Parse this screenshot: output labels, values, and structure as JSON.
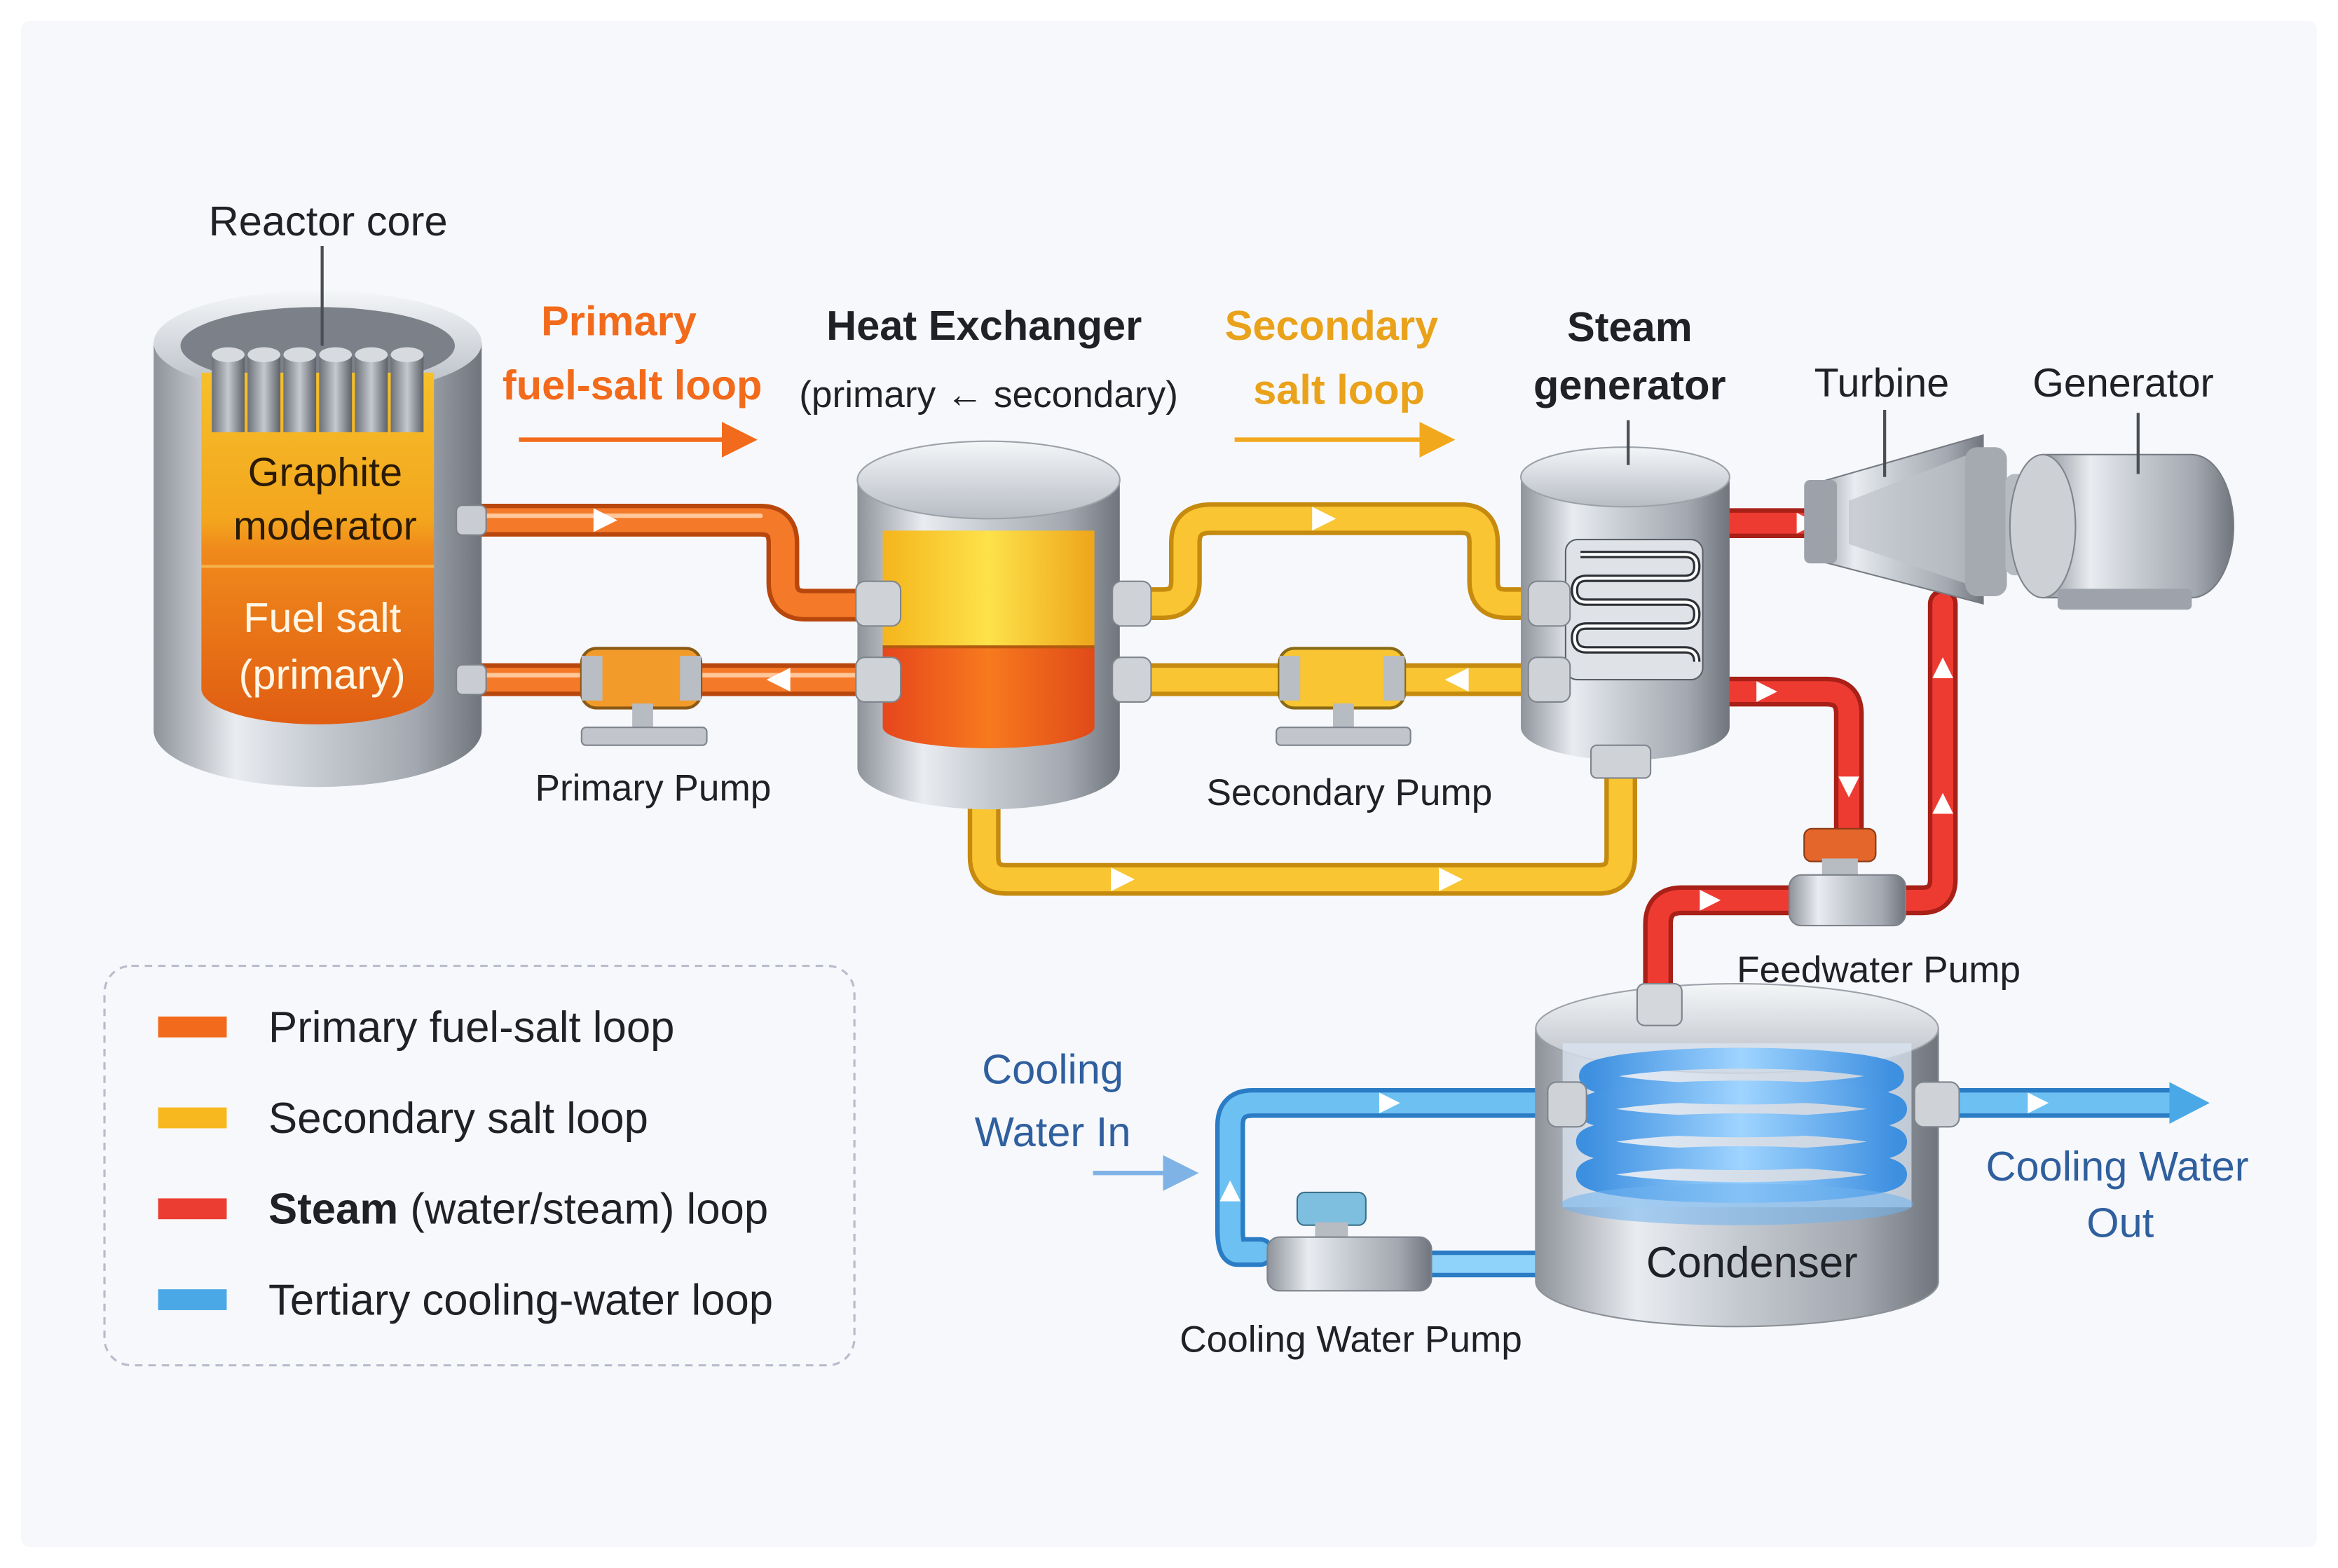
{
  "labels": {
    "reactor_core": "Reactor core",
    "graphite_l1": "Graphite",
    "graphite_l2": "moderator",
    "fuel_salt_l1": "Fuel salt",
    "fuel_salt_l2": "(primary)",
    "primary_loop_l1": "Primary",
    "primary_loop_l2": "fuel-salt loop",
    "heat_exchanger": "Heat Exchanger",
    "hx_primary": "(primary",
    "hx_secondary": "secondary)",
    "secondary_loop_l1": "Secondary",
    "secondary_loop_l2": "salt loop",
    "steam_gen_l1": "Steam",
    "steam_gen_l2": "generator",
    "turbine": "Turbine",
    "generator": "Generator",
    "primary_pump": "Primary Pump",
    "secondary_pump": "Secondary Pump",
    "feedwater_pump": "Feedwater Pump",
    "condenser": "Condenser",
    "cooling_in_l1": "Cooling",
    "cooling_in_l2": "Water In",
    "cooling_out_l1": "Cooling Water",
    "cooling_out_l2": "Out",
    "cooling_pump": "Cooling Water Pump"
  },
  "legend": [
    {
      "label": "Primary fuel-salt loop",
      "color": "#f26a1b"
    },
    {
      "label": "Secondary salt loop",
      "color": "#f7b81f"
    },
    {
      "bold": "Steam",
      "label": " (water/steam) loop",
      "color": "#ec3d33"
    },
    {
      "label": "Tertiary cooling-water loop",
      "color": "#4aa8e6"
    }
  ],
  "colors": {
    "primary": "#f26a1b",
    "secondary": "#f7b81f",
    "steam": "#ec3d33",
    "cooling": "#4aa8e6",
    "primary_text": "#f26a1b",
    "secondary_text": "#e9a21a",
    "cooling_text": "#2f5f9e"
  }
}
